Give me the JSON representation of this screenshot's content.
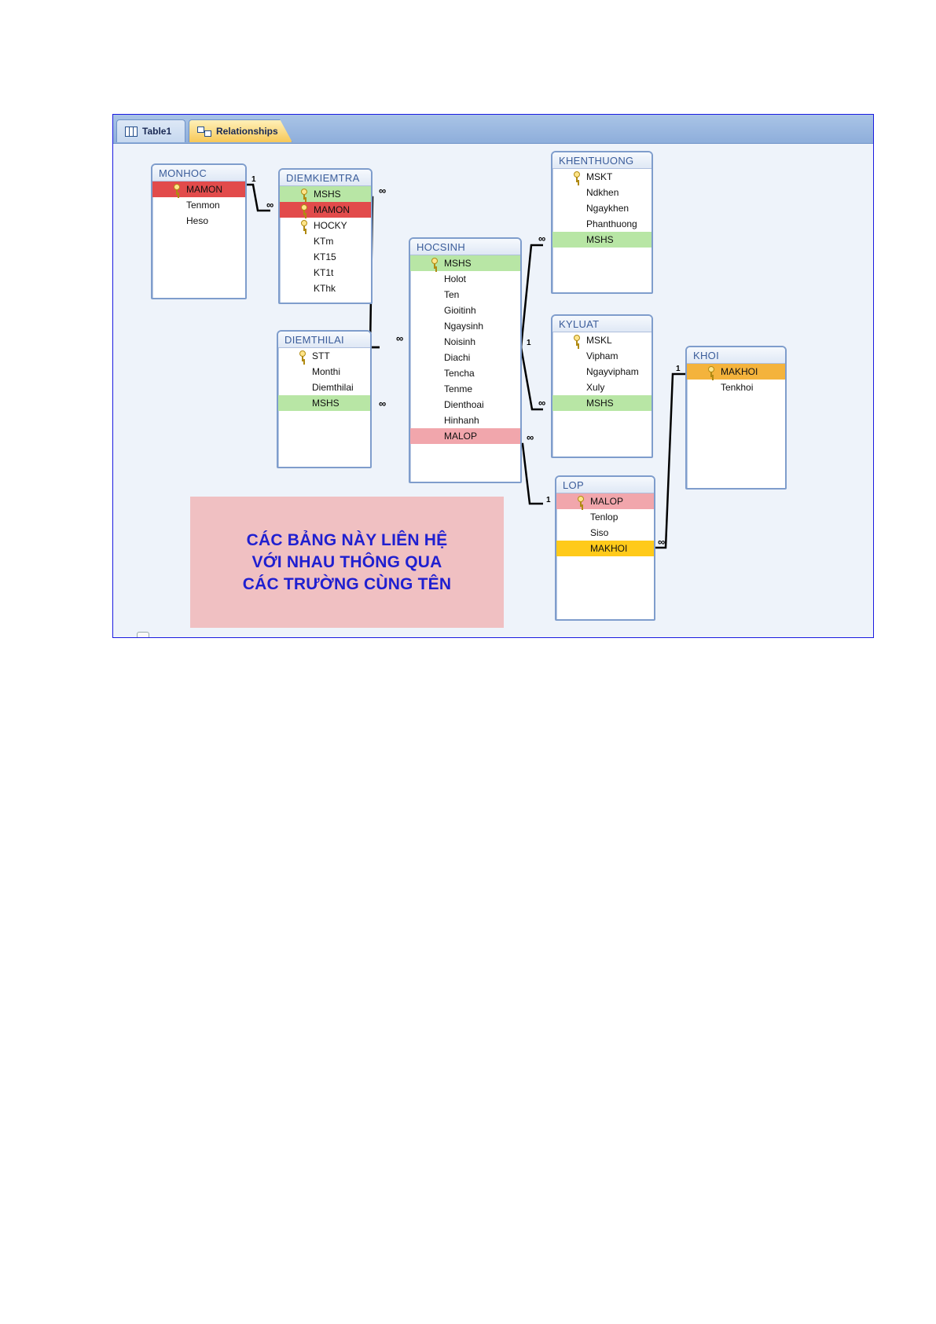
{
  "tabs": [
    {
      "label": "Table1",
      "icon": "table-grid-icon",
      "active": false
    },
    {
      "label": "Relationships",
      "icon": "relationships-icon",
      "active": true
    }
  ],
  "tables": {
    "monhoc": {
      "title": "MONHOC",
      "fields": [
        {
          "name": "MAMON",
          "key": true,
          "highlight": "red"
        },
        {
          "name": "Tenmon"
        },
        {
          "name": "Heso"
        }
      ]
    },
    "diemkiemtra": {
      "title": "DIEMKIEMTRA",
      "fields": [
        {
          "name": "MSHS",
          "key": true,
          "highlight": "green"
        },
        {
          "name": "MAMON",
          "key": true,
          "highlight": "red"
        },
        {
          "name": "HOCKY",
          "key": true
        },
        {
          "name": "KTm"
        },
        {
          "name": "KT15"
        },
        {
          "name": "KT1t"
        },
        {
          "name": "KThk"
        }
      ]
    },
    "diemthilai": {
      "title": "DIEMTHILAI",
      "fields": [
        {
          "name": "STT",
          "key": true
        },
        {
          "name": "Monthi"
        },
        {
          "name": "Diemthilai"
        },
        {
          "name": "MSHS",
          "highlight": "green"
        }
      ]
    },
    "hocsinh": {
      "title": "HOCSINH",
      "fields": [
        {
          "name": "MSHS",
          "key": true,
          "highlight": "green"
        },
        {
          "name": "Holot"
        },
        {
          "name": "Ten"
        },
        {
          "name": "Gioitinh"
        },
        {
          "name": "Ngaysinh"
        },
        {
          "name": "Noisinh"
        },
        {
          "name": "Diachi"
        },
        {
          "name": "Tencha"
        },
        {
          "name": "Tenme"
        },
        {
          "name": "Dienthoai"
        },
        {
          "name": "Hinhanh"
        },
        {
          "name": "MALOP",
          "highlight": "pink"
        }
      ]
    },
    "khenthuong": {
      "title": "KHENTHUONG",
      "fields": [
        {
          "name": "MSKT",
          "key": true
        },
        {
          "name": "Ndkhen"
        },
        {
          "name": "Ngaykhen"
        },
        {
          "name": "Phanthuong"
        },
        {
          "name": "MSHS",
          "highlight": "green"
        }
      ]
    },
    "kyluat": {
      "title": "KYLUAT",
      "fields": [
        {
          "name": "MSKL",
          "key": true
        },
        {
          "name": "Vipham"
        },
        {
          "name": "Ngayvipham"
        },
        {
          "name": "Xuly"
        },
        {
          "name": "MSHS",
          "highlight": "green"
        }
      ]
    },
    "lop": {
      "title": "LOP",
      "fields": [
        {
          "name": "MALOP",
          "key": true,
          "highlight": "pink"
        },
        {
          "name": "Tenlop"
        },
        {
          "name": "Siso"
        },
        {
          "name": "MAKHOI",
          "highlight": "yellow"
        }
      ]
    },
    "khoi": {
      "title": "KHOI",
      "fields": [
        {
          "name": "MAKHOI",
          "key": true,
          "highlight": "orange"
        },
        {
          "name": "Tenkhoi"
        }
      ]
    }
  },
  "cardinality": {
    "one": "1",
    "many": "∞"
  },
  "note": "CÁC BẢNG NÀY LIÊN HỆ\nVỚI NHAU THÔNG QUA\nCÁC TRƯỜNG CÙNG TÊN",
  "colors": {
    "green": "#b8e6a5",
    "red": "#e24b4b",
    "pink": "#f1a6ac",
    "orange": "#f4b33c",
    "yellow": "#ffca1a",
    "note_bg": "#f0c0c2",
    "note_text": "#1f1fd0"
  }
}
